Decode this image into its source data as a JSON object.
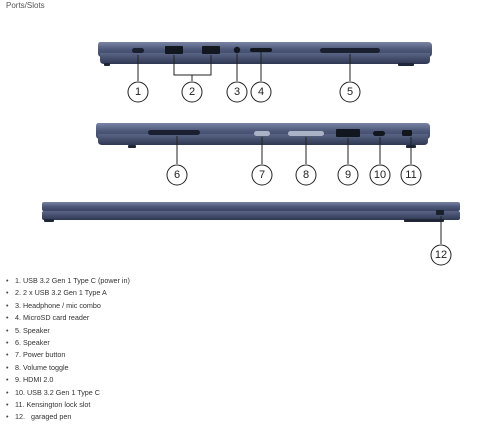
{
  "header": {
    "title": "Ports/Slots"
  },
  "callouts": [
    "1",
    "2",
    "3",
    "4",
    "5",
    "6",
    "7",
    "8",
    "9",
    "10",
    "11",
    "12"
  ],
  "legend": [
    "1. USB 3.2 Gen 1 Type C (power in)",
    "2. 2 x USB 3.2 Gen 1 Type A",
    "3. Headphone / mic combo",
    "4. MicroSD card reader",
    "5. Speaker",
    "6. Speaker",
    "7. Power button",
    "8. Volume toggle",
    "9. HDMI 2.0",
    "10. USB 3.2 Gen 1 Type C",
    "11. Kensington lock slot",
    "12.   garaged pen"
  ],
  "colors": {
    "chassis": "#4a5575",
    "chassis_dark": "#2f3852",
    "chassis_light": "#6b7696",
    "line": "#222222"
  }
}
